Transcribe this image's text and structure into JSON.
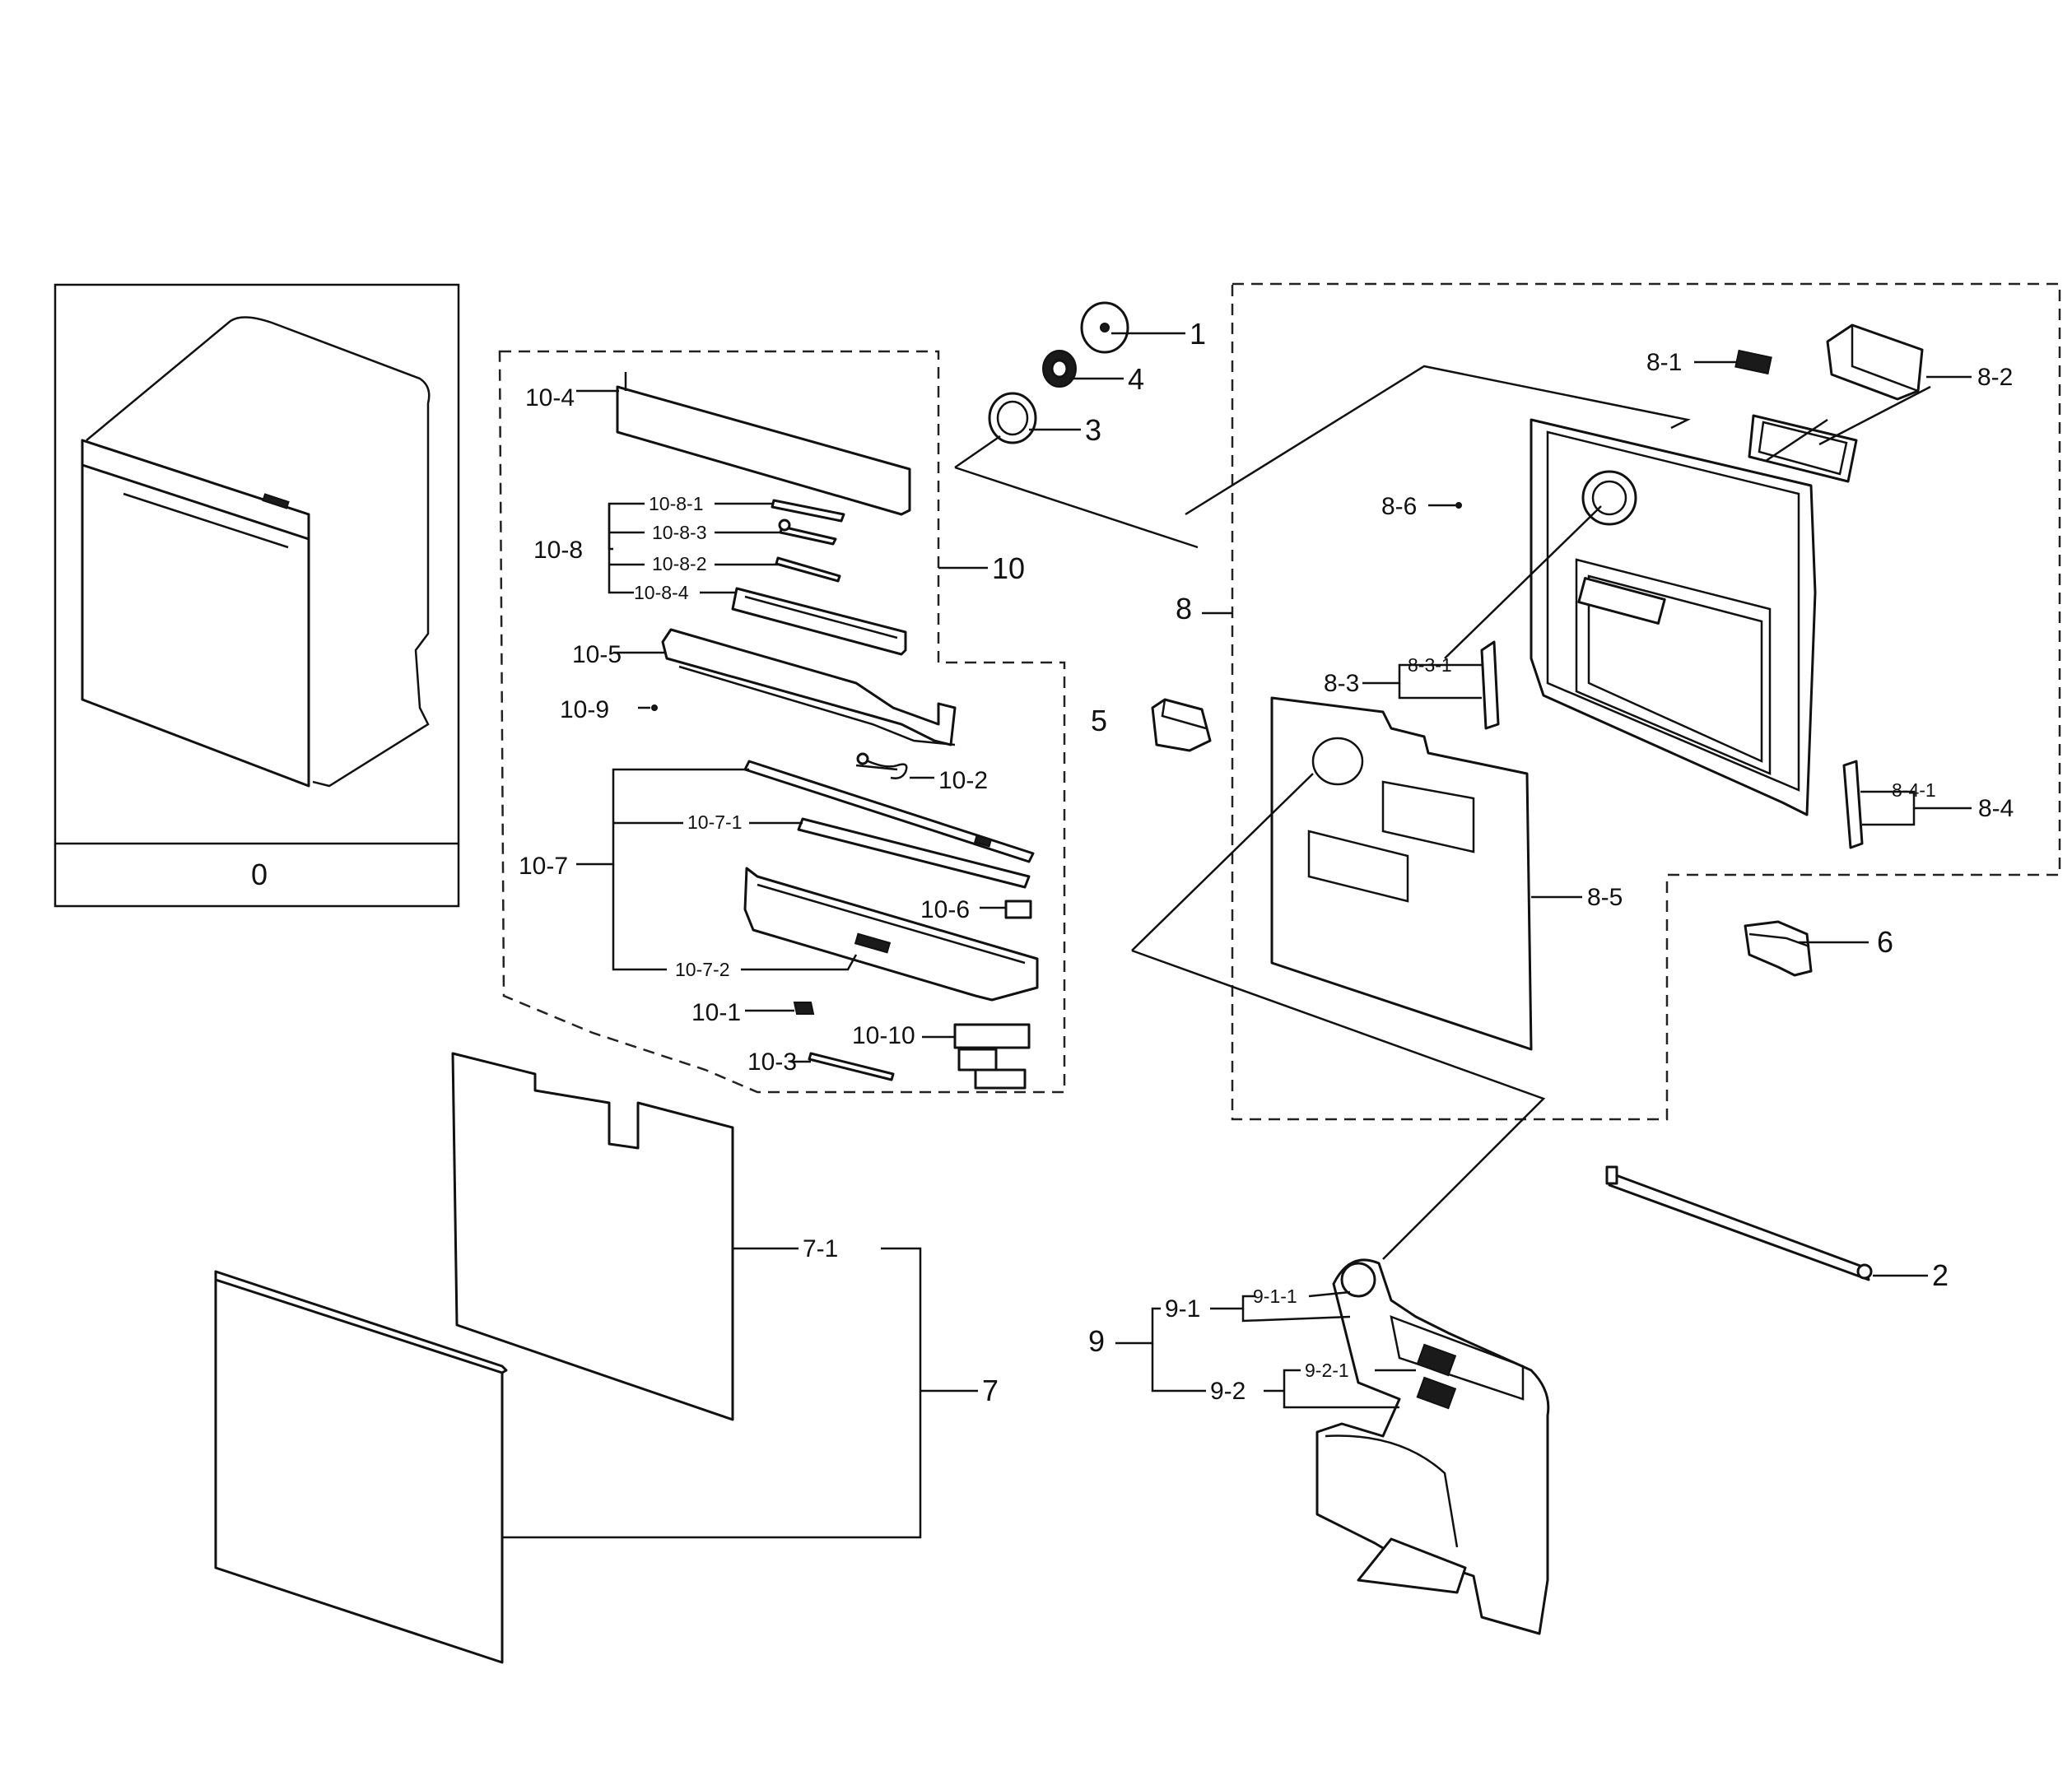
{
  "assembly_box": {
    "label": "0"
  },
  "callouts": {
    "c1": "1",
    "c2": "2",
    "c3": "3",
    "c4": "4",
    "c5": "5",
    "c6": "6",
    "c7": "7",
    "c7_1": "7-1",
    "c8": "8",
    "c8_1": "8-1",
    "c8_2": "8-2",
    "c8_3": "8-3",
    "c8_3_1": "8-3-1",
    "c8_4": "8-4",
    "c8_4_1": "8-4-1",
    "c8_5": "8-5",
    "c8_6": "8-6",
    "c9": "9",
    "c9_1": "9-1",
    "c9_1_1": "9-1-1",
    "c9_2": "9-2",
    "c9_2_1": "9-2-1",
    "c10": "10",
    "c10_1": "10-1",
    "c10_2": "10-2",
    "c10_3": "10-3",
    "c10_4": "10-4",
    "c10_5": "10-5",
    "c10_6": "10-6",
    "c10_7": "10-7",
    "c10_7_1": "10-7-1",
    "c10_7_2": "10-7-2",
    "c10_8": "10-8",
    "c10_8_1": "10-8-1",
    "c10_8_2": "10-8-2",
    "c10_8_3": "10-8-3",
    "c10_8_4": "10-8-4",
    "c10_9": "10-9",
    "c10_10": "10-10"
  }
}
